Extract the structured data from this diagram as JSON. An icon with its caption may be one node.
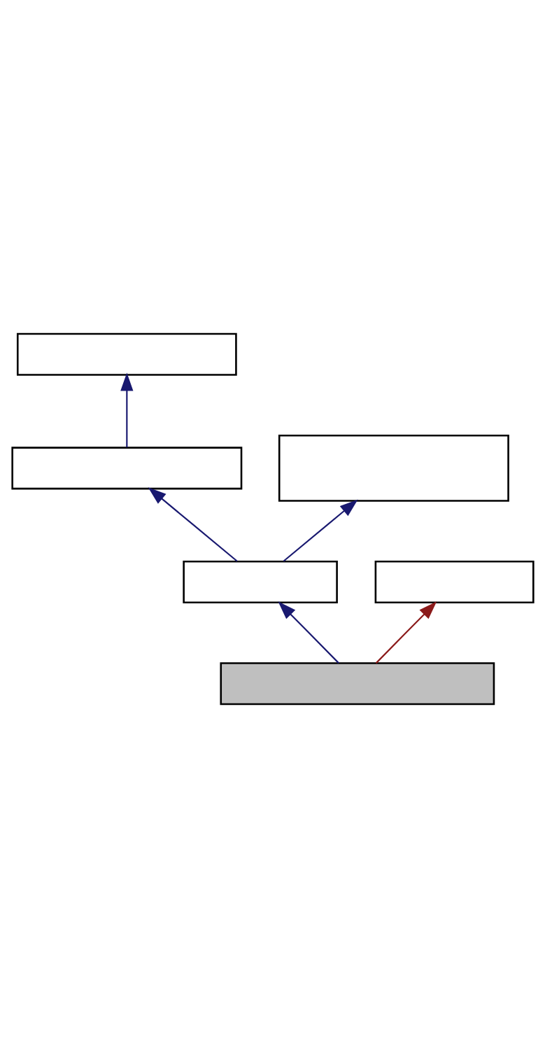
{
  "diagram": {
    "nodes": [
      {
        "text": [],
        "shape": "box"
      },
      {
        "text": [],
        "shape": "box"
      },
      {
        "text": [],
        "shape": "box"
      },
      {
        "text": [],
        "shape": "box"
      },
      {
        "text": [],
        "shape": "box"
      },
      {
        "text": [],
        "shape": "box"
      }
    ],
    "edges": [
      {
        "from": 1,
        "to": 0,
        "arrow": "to"
      },
      {
        "from": 3,
        "to": 1,
        "arrow": "to"
      },
      {
        "from": 3,
        "to": 2,
        "arrow": "to"
      },
      {
        "from": 5,
        "to": 3,
        "arrow": "to"
      },
      {
        "from": 5,
        "to": 4,
        "arrow": "to",
        "color": "#8b1a1a"
      }
    ]
  }
}
